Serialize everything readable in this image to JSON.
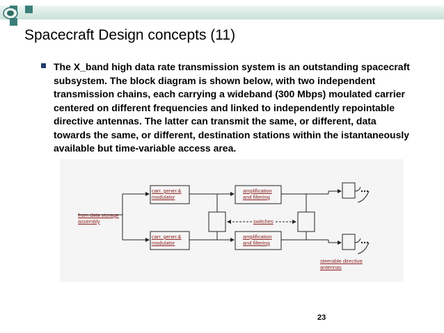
{
  "slide": {
    "title": "Spacecraft Design concepts (11)",
    "bullet": "The X_band high data rate transmission system is an outstanding spacecraft subsystem. The block diagram is shown below, with two  independent transmission chains, each carrying a wideband (300 Mbps) moulated carrier centered on different frequencies and  linked to independently repointable directive antennas.  The latter can transmit the same, or different, data towards the same, or different, destination stations within the istantaneously available but time-variable access area.",
    "page_number": "23"
  },
  "diagram": {
    "source_label_line1": "from  data storage",
    "source_label_line2": "assembly",
    "mod_top_line1": "carr.  gener.&",
    "mod_top_line2": "modulator",
    "mod_bottom_line1": "carr.  gener.&",
    "mod_bottom_line2": "modulator",
    "amp_top_line1": "amplification",
    "amp_top_line2": "and filtering",
    "amp_bottom_line1": "amplification",
    "amp_bottom_line2": "and filtering",
    "switches_label": "switches",
    "antennas_label_line1": "steerable  directive",
    "antennas_label_line2": "antennas"
  },
  "colors": {
    "accent": "#3c7f7a",
    "diagram_label": "#8a1e1e",
    "bullet": "#1f3b6b"
  }
}
